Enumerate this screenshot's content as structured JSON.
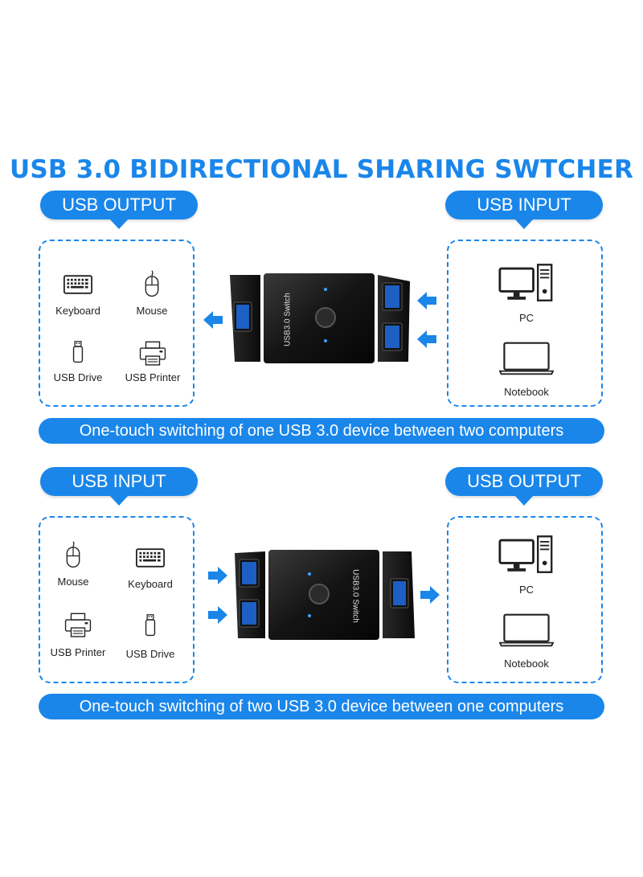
{
  "title": "USB 3.0 BIDIRECTIONAL SHARING SWTCHER",
  "accent_color": "#1a86ea",
  "top_section": {
    "left_label": "USB OUTPUT",
    "right_label": "USB INPUT",
    "left_items": [
      {
        "icon": "keyboard-icon",
        "label": "Keyboard"
      },
      {
        "icon": "mouse-icon",
        "label": "Mouse"
      },
      {
        "icon": "usb-drive-icon",
        "label": "USB Drive"
      },
      {
        "icon": "printer-icon",
        "label": "USB Printer"
      }
    ],
    "right_items": [
      {
        "icon": "pc-icon",
        "label": "PC"
      },
      {
        "icon": "notebook-icon",
        "label": "Notebook"
      }
    ],
    "device_text": "USB3.0 Switch",
    "banner": "One-touch switching of one USB 3.0 device between two computers"
  },
  "bottom_section": {
    "left_label": "USB INPUT",
    "right_label": "USB OUTPUT",
    "left_items": [
      {
        "icon": "mouse-icon",
        "label": "Mouse"
      },
      {
        "icon": "keyboard-icon",
        "label": "Keyboard"
      },
      {
        "icon": "printer-icon",
        "label": "USB Printer"
      },
      {
        "icon": "usb-drive-icon",
        "label": "USB Drive"
      }
    ],
    "right_items": [
      {
        "icon": "pc-icon",
        "label": "PC"
      },
      {
        "icon": "notebook-icon",
        "label": "Notebook"
      }
    ],
    "device_text": "USB3.0 Switch",
    "banner": "One-touch switching of two USB 3.0 device between one computers"
  }
}
